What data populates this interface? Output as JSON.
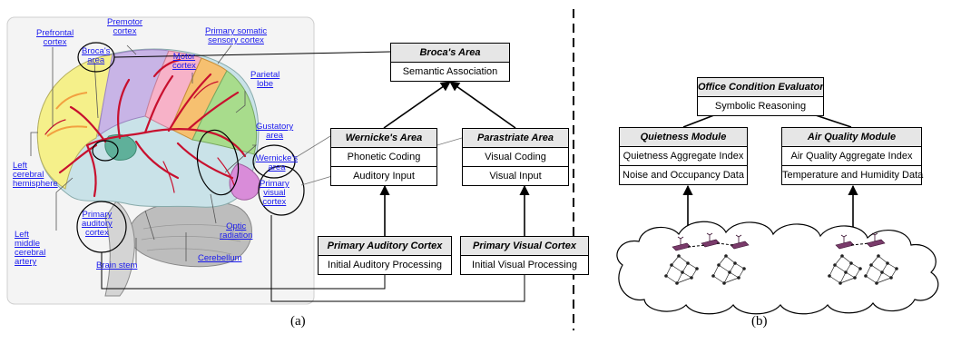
{
  "panel_a": {
    "caption": "(a)",
    "brain_labels": {
      "prefrontal_cortex": [
        "Prefrontal",
        "cortex"
      ],
      "brocas_area": [
        "Broca's",
        "area"
      ],
      "premotor_cortex": [
        "Premotor",
        "cortex"
      ],
      "primary_somatic_sensory_cortex": [
        "Primary somatic",
        "sensory cortex"
      ],
      "motor_cortex": [
        "Motor",
        "cortex"
      ],
      "parietal_lobe": [
        "Parietal",
        "lobe"
      ],
      "gustatory_area": [
        "Gustatory",
        "area"
      ],
      "wernickes_area": [
        "Wernicke's",
        "area"
      ],
      "left_cerebral_hemisphere": [
        "Left",
        "cerebral",
        "hemisphere"
      ],
      "primary_visual_cortex": [
        "Primary",
        "visual",
        "cortex"
      ],
      "primary_auditory_cortex": [
        "Primary",
        "auditory",
        "cortex"
      ],
      "optic_radiation": [
        "Optic",
        "radiation"
      ],
      "left_middle_cerebral_artery": [
        "Left",
        "middle",
        "cerebral",
        "artery"
      ],
      "cerebellum": [
        "Cerebellum"
      ],
      "brain_stem": [
        "Brain stem"
      ]
    },
    "boxes": {
      "broca": {
        "title": "Broca's Area",
        "rows": [
          "Semantic Association"
        ]
      },
      "wernicke": {
        "title": "Wernicke's Area",
        "rows": [
          "Phonetic Coding",
          "Auditory Input"
        ]
      },
      "parastriate": {
        "title": "Parastriate Area",
        "rows": [
          "Visual Coding",
          "Visual Input"
        ]
      },
      "primary_auditory": {
        "title": "Primary Auditory Cortex",
        "rows": [
          "Initial Auditory Processing"
        ]
      },
      "primary_visual": {
        "title": "Primary Visual Cortex",
        "rows": [
          "Initial Visual Processing"
        ]
      }
    }
  },
  "panel_b": {
    "caption": "(b)",
    "boxes": {
      "office": {
        "title": "Office Condition Evaluator",
        "rows": [
          "Symbolic Reasoning"
        ]
      },
      "quietness": {
        "title": "Quietness Module",
        "rows": [
          "Quietness Aggregate Index",
          "Noise and Occupancy Data"
        ]
      },
      "air_quality": {
        "title": "Air Quality Module",
        "rows": [
          "Air Quality Aggregate Index",
          "Temperature and Humidity Data"
        ]
      }
    }
  },
  "colors": {
    "label_link": "#1a1aee",
    "box_header": "#e6e6e6",
    "artery": "#c8102e",
    "frontal": "#f5f08a",
    "premotor": "#c8b4e6",
    "motor": "#f7b2c8",
    "parietal": "#a8dc8c",
    "occipital": "#d98cd9",
    "temporal": "#c9e2e8",
    "cerebellum": "#bdbdbd",
    "sensor": "#7a3b6b"
  }
}
